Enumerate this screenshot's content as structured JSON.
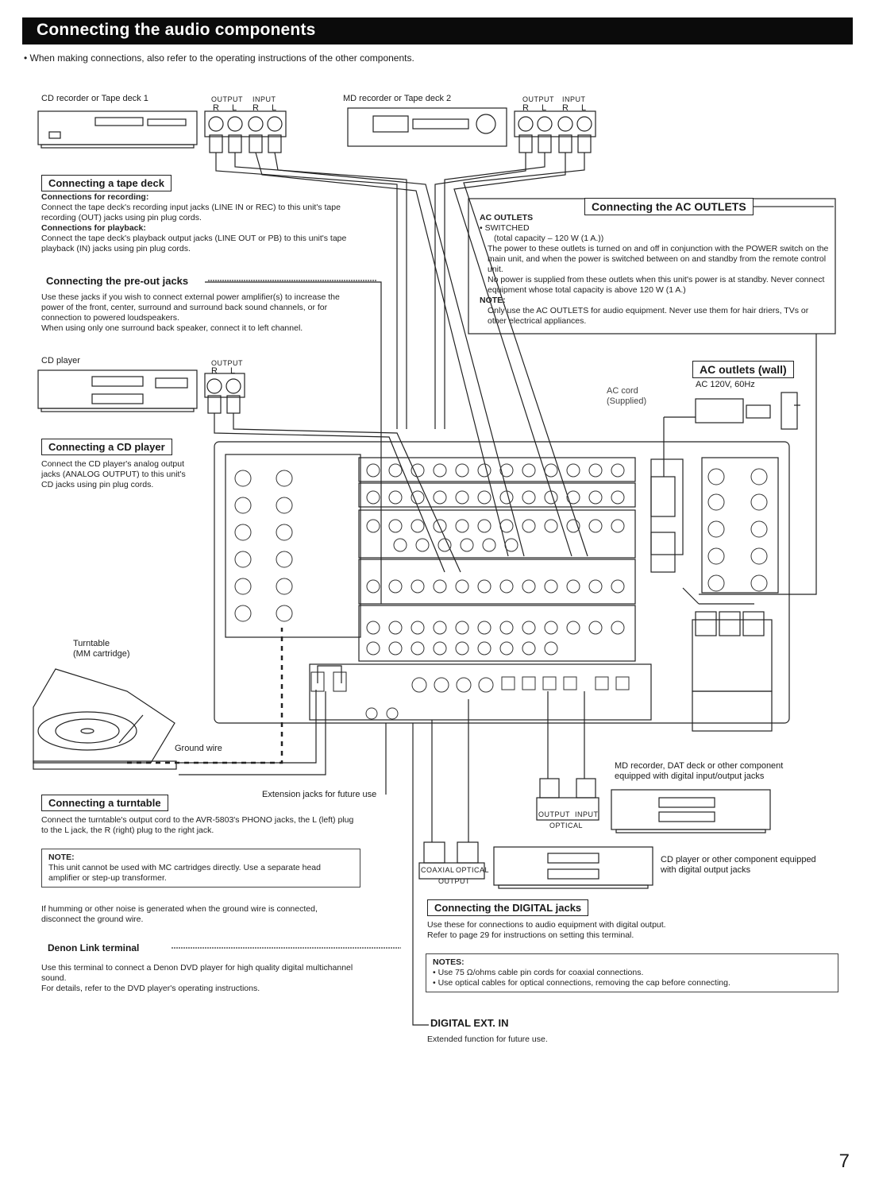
{
  "header": {
    "title": "Connecting the audio components",
    "intro": "When making connections, also refer to the operating instructions of the other components."
  },
  "devices": {
    "cd_recorder": "CD recorder or Tape deck 1",
    "md_recorder": "MD recorder or Tape deck 2",
    "cd_player": "CD player",
    "turntable_line1": "Turntable",
    "turntable_line2": "(MM cartridge)",
    "ground_wire": "Ground wire",
    "extension_jacks": "Extension jacks for future use",
    "md_digital_line1": "MD recorder, DAT deck or other component",
    "md_digital_line2": "equipped with digital input/output jacks",
    "cd_digital_line1": "CD player or other component equipped",
    "cd_digital_line2": "with digital output jacks",
    "ac_cord_line1": "AC cord",
    "ac_cord_line2": "(Supplied)"
  },
  "jack_labels": {
    "output": "OUTPUT",
    "input": "INPUT",
    "r": "R",
    "l": "L",
    "optical": "OPTICAL",
    "coaxial": "COAXIAL"
  },
  "tape_deck": {
    "title": "Connecting a tape deck",
    "recording_head": "Connections for recording:",
    "recording_text": "Connect the tape deck's recording input jacks (LINE IN or REC) to this unit's tape recording (OUT) jacks using pin plug cords.",
    "playback_head": "Connections for playback:",
    "playback_text": "Connect the tape deck's playback output jacks (LINE OUT or PB) to this unit's tape playback (IN) jacks using pin plug cords."
  },
  "preout": {
    "title": "Connecting the pre-out jacks",
    "text1": "Use these jacks if you wish to connect external power amplifier(s) to increase the power of the front, center, surround and surround back sound channels, or for connection to powered loudspeakers.",
    "text2": "When using only one surround back speaker, connect it to left channel."
  },
  "ac_outlets": {
    "title": "Connecting the AC OUTLETS",
    "head": "AC OUTLETS",
    "switched": "SWITCHED",
    "capacity": "(total capacity – 120 W (1 A.))",
    "text1": "The power to these outlets is turned on and off in conjunction with the POWER switch on the main unit, and when the power is switched between on and standby from the remote control unit.",
    "text2": "No power is supplied from these outlets when this unit's power is at standby. Never connect equipment whose total capacity is above 120 W (1 A.)",
    "note_head": "NOTE:",
    "note_text": "Only use the AC OUTLETS for audio equipment. Never use them for hair driers, TVs or other electrical appliances."
  },
  "ac_wall": {
    "title": "AC outlets (wall)",
    "spec": "AC 120V, 60Hz"
  },
  "cd_player_section": {
    "title": "Connecting a CD player",
    "text": "Connect the CD player's analog output jacks (ANALOG OUTPUT) to this unit's CD jacks using pin plug cords."
  },
  "turntable_section": {
    "title": "Connecting a turntable",
    "text": "Connect the turntable's output cord to the AVR-5803's PHONO jacks, the L (left) plug to the L jack, the R (right) plug to the right jack.",
    "note_head": "NOTE:",
    "note_text": "This unit cannot be used with MC cartridges directly. Use a separate head amplifier or step-up transformer.",
    "hum_text": "If humming or other noise is generated when the ground wire is connected, disconnect the ground wire."
  },
  "denon_link": {
    "title": "Denon Link terminal",
    "text1": "Use this terminal to connect a Denon DVD player for high quality digital multichannel sound.",
    "text2": "For details, refer to the DVD player's operating instructions."
  },
  "digital": {
    "title": "Connecting the DIGITAL jacks",
    "text1": "Use these for connections to audio equipment with digital output.",
    "text2": "Refer to page 29 for instructions on setting this terminal.",
    "notes_head": "NOTES:",
    "note1": "Use 75 Ω/ohms cable pin cords for coaxial connections.",
    "note2": "Use optical cables for optical connections, removing the cap before connecting."
  },
  "digital_ext": {
    "title": "DIGITAL EXT. IN",
    "text": "Extended function for future use."
  },
  "page_number": "7"
}
